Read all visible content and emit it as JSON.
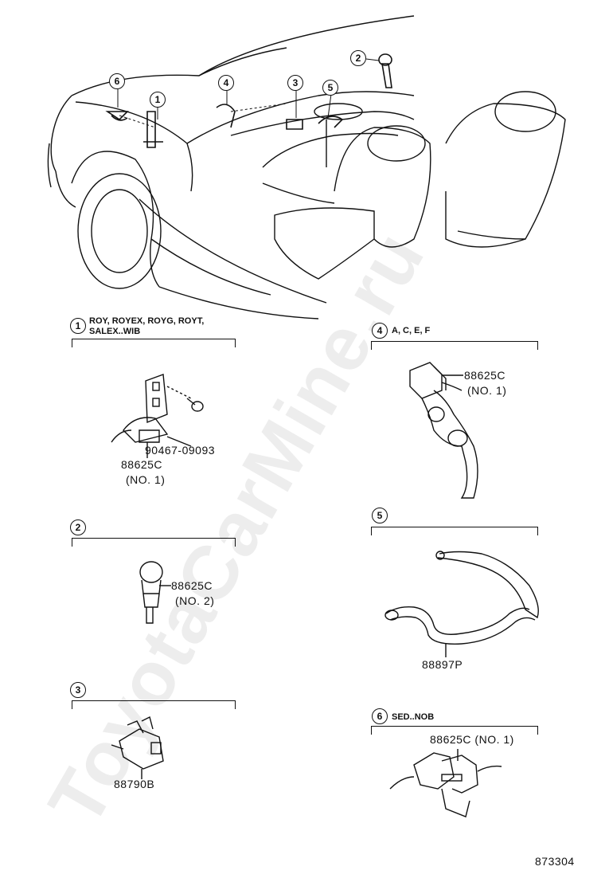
{
  "watermark": "ToyotaCarMine.ru",
  "overview_callouts": [
    "6",
    "1",
    "4",
    "3",
    "5",
    "2"
  ],
  "sections": {
    "s1": {
      "num": "1",
      "header_line1": "ROY, ROYEX, ROYG, ROYT,",
      "header_line2": "SALEX..WIB",
      "part_a": "90467-09093",
      "part_b": "88625C",
      "part_b_note": "(NO. 1)"
    },
    "s2": {
      "num": "2",
      "part": "88625C",
      "part_note": "(NO. 2)"
    },
    "s3": {
      "num": "3",
      "part": "88790B"
    },
    "s4": {
      "num": "4",
      "header": "A, C, E, F",
      "part": "88625C",
      "part_note": "(NO. 1)"
    },
    "s5": {
      "num": "5",
      "part": "88897P"
    },
    "s6": {
      "num": "6",
      "header": "SED..NOB",
      "part": "88625C (NO. 1)"
    }
  },
  "figure_number": "873304"
}
